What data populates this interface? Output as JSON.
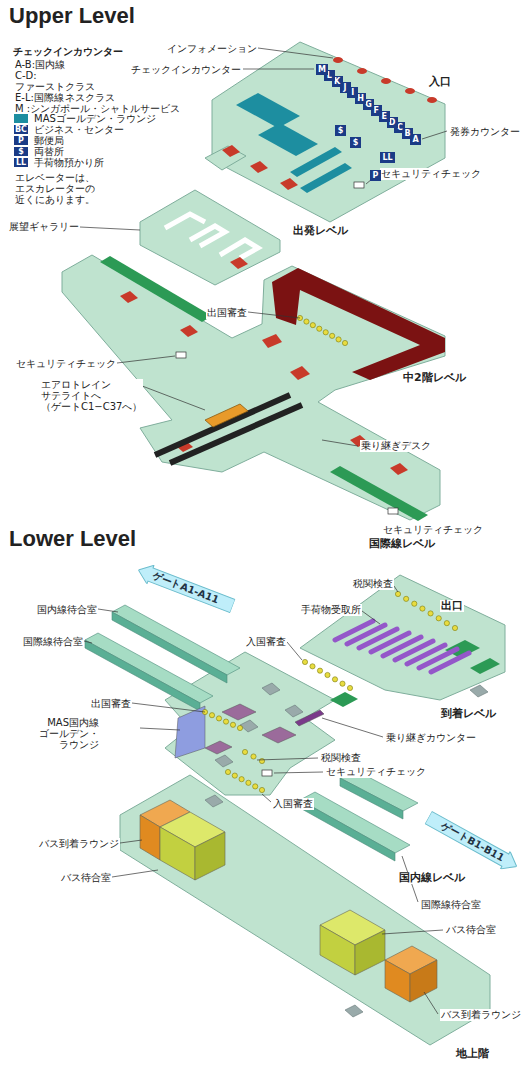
{
  "diagram": {
    "nodes": [
      {
        "text": [
          "A"
        ]
      },
      {
        "text": [
          "B"
        ]
      },
      {
        "text": [
          "C"
        ]
      },
      {
        "text": [
          "D"
        ]
      },
      {
        "text": [
          "E"
        ]
      },
      {
        "text": [
          "F"
        ]
      },
      {
        "text": [
          "G"
        ]
      },
      {
        "text": [
          "H"
        ]
      },
      {
        "text": [
          "I"
        ]
      },
      {
        "text": [
          "J"
        ]
      },
      {
        "text": [
          "K"
        ]
      },
      {
        "text": [
          "L"
        ]
      },
      {
        "text": [
          "M"
        ]
      },
      {
        "text": [
          "$"
        ]
      },
      {
        "text": [
          "$"
        ]
      },
      {
        "text": [
          "LL"
        ]
      },
      {
        "text": [
          "P"
        ]
      },
      {
        "text": [
          "ゲートA1-A11"
        ]
      },
      {
        "text": [
          "ゲートB1-B11"
        ]
      }
    ],
    "labels": [
      "Upper Level",
      "チェックインカウンター",
      "A-B:国内線",
      "C-D:ファーストクラス およびビジネスクラス",
      "E-L:国際線",
      "M :シンガポール・シャトルサービス",
      "BC",
      "P",
      "$",
      "LL",
      "エレベーターは、エスカレーターの 近くにあります。",
      "インフォメーション",
      "チェックインカウンター",
      "入口",
      "発券カウンター",
      "セキュリティチェック",
      "出発レベル",
      "展望ギャラリー",
      "出国審査",
      "中2階レベル",
      "セキュリティチェック",
      "エアロトレイン サテライトへ （ゲートC1−C37へ）",
      "乗り継ぎデスク",
      "セキュリティチェック",
      "国際線レベル",
      "Lower Level",
      "国内線待合室",
      "国際線待合室",
      "税関検査",
      "手荷物受取所",
      "入国審査",
      "出口",
      "到着レベル",
      "出国審査",
      "MAS国内線 ゴールデン・ラウンジ",
      "乗り継ぎカウンター",
      "税関検査",
      "セキュリティチェック",
      "入国審査",
      "国内線レベル",
      "国際線待合室",
      "バス到着ラウンジ",
      "バス待合室",
      "バス待合室",
      "バス到着ラウンジ",
      "地上階"
    ],
    "legend": [
      {
        "text": "MASゴールデン・ラウンジ",
        "color": "#1d8ea0"
      },
      {
        "text": "ビジネス・センター"
      },
      {
        "text": "郵便局"
      },
      {
        "text": "両替所"
      },
      {
        "text": "手荷物預かり所"
      }
    ]
  }
}
